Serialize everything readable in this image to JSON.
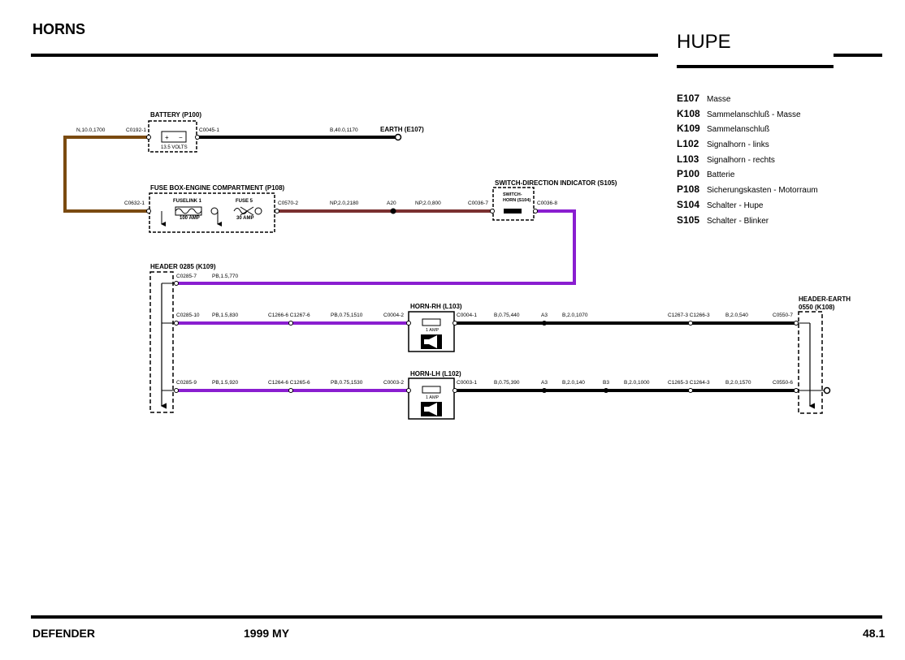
{
  "header": {
    "title": "HORNS",
    "title_de": "HUPE"
  },
  "legend": [
    {
      "code": "E107",
      "desc": "Masse"
    },
    {
      "code": "K108",
      "desc": "Sammelanschluß - Masse"
    },
    {
      "code": "K109",
      "desc": "Sammelanschluß"
    },
    {
      "code": "L102",
      "desc": "Signalhorn - links"
    },
    {
      "code": "L103",
      "desc": "Signalhorn - rechts"
    },
    {
      "code": "P100",
      "desc": "Batterie"
    },
    {
      "code": "P108",
      "desc": "Sicherungskasten - Motorraum"
    },
    {
      "code": "S104",
      "desc": "Schalter - Hupe"
    },
    {
      "code": "S105",
      "desc": "Schalter - Blinker"
    }
  ],
  "components": {
    "battery": "BATTERY (P100)",
    "battery_volts": "13.5 VOLTS",
    "earth": "EARTH (E107)",
    "fuse_box": "FUSE BOX-ENGINE COMPARTMENT (P108)",
    "fuselink": "FUSELINK 1",
    "fuselink_amp": "100 AMP",
    "fuse": "FUSE 5",
    "fuse_amp": "30 AMP",
    "switch": "SWITCH-DIRECTION INDICATOR (S105)",
    "switch_inner_1": "SWITCH-",
    "switch_inner_2": "HORN (S104)",
    "header_k109": "HEADER 0285 (K109)",
    "horn_rh": "HORN-RH (L103)",
    "horn_lh": "HORN-LH (L102)",
    "horn_amp": "1 AMP",
    "header_earth_1": "HEADER-EARTH",
    "header_earth_2": "0550 (K108)"
  },
  "wire_labels": {
    "w_n": "N,10.0,1700",
    "c0192": "C0192-1",
    "c0045": "C0045-1",
    "w_b_1170": "B,40.0,1170",
    "c0632": "C0632-1",
    "c0570": "C0570-2",
    "w_np_2180": "NP,2.0,2180",
    "a20": "A20",
    "w_np_800": "NP,2.0,800",
    "c0036_7": "C0036-7",
    "c0036_8": "C0036-8",
    "c0285_7": "C0285-7",
    "w_pb_770": "PB,1.5,770",
    "c0285_10": "C0285-10",
    "w_pb_830": "PB,1.5,830",
    "c1266_1267": "C1266-6 C1267-6",
    "w_pb_1510": "PB,0.75,1510",
    "c0004_2": "C0004-2",
    "c0004_1": "C0004-1",
    "w_b_440": "B,0.75,440",
    "a3_r": "A3",
    "w_b_1070": "B,2.0,1070",
    "c1267_1266_3": "C1267-3 C1266-3",
    "w_b_540": "B,2.0,540",
    "c0550_7": "C0550-7",
    "c0285_9": "C0285-9",
    "w_pb_920": "PB,1.5,920",
    "c1264_1265": "C1264-6 C1265-6",
    "w_pb_1530": "PB,0.75,1530",
    "c0003_2": "C0003-2",
    "c0003_1": "C0003-1",
    "w_b_390": "B,0.75,390",
    "a3_l": "A3",
    "w_b_140": "B,2.0,140",
    "b3": "B3",
    "w_b_1000": "B,2.0,1000",
    "c1265_1264_3": "C1265-3 C1264-3",
    "w_b_1570": "B,2.0,1570",
    "c0550_6": "C0550-6"
  },
  "colors": {
    "brown": "#7a4a10",
    "maroon": "#7a3030",
    "purple": "#8a1ed0",
    "black": "#000000"
  },
  "footer": {
    "left": "DEFENDER",
    "center": "1999 MY",
    "right": "48.1"
  }
}
